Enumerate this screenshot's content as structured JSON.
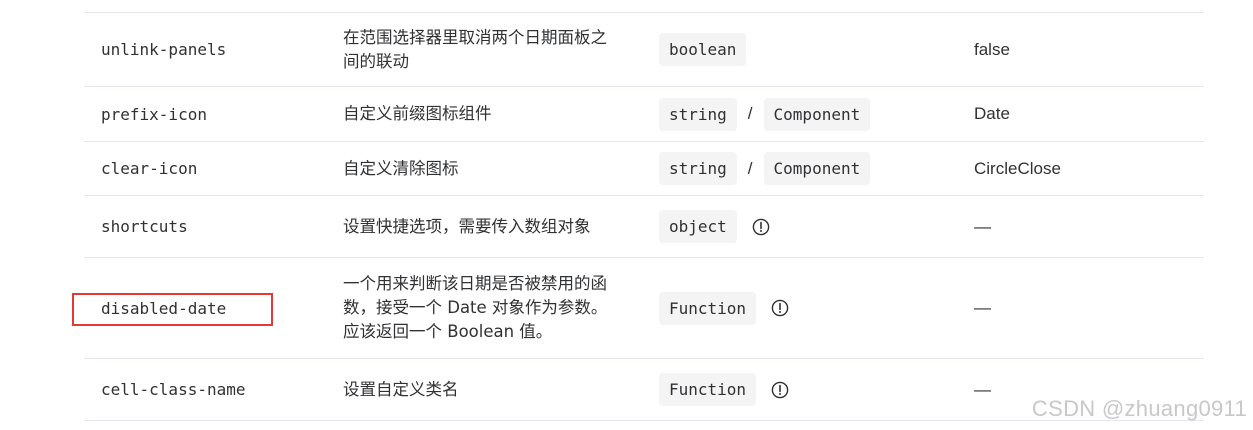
{
  "rows": [
    {
      "name": "unlink-panels",
      "desc": [
        "在范围选择器里取消两个日期面板之",
        "间的联动"
      ],
      "types": [
        "boolean"
      ],
      "has_info": false,
      "default": "false"
    },
    {
      "name": "prefix-icon",
      "desc": [
        "自定义前缀图标组件"
      ],
      "types": [
        "string",
        "Component"
      ],
      "has_info": false,
      "default": "Date"
    },
    {
      "name": "clear-icon",
      "desc": [
        "自定义清除图标"
      ],
      "types": [
        "string",
        "Component"
      ],
      "has_info": false,
      "default": "CircleClose"
    },
    {
      "name": "shortcuts",
      "desc": [
        "设置快捷选项，需要传入数组对象"
      ],
      "types": [
        "object"
      ],
      "has_info": true,
      "default": "—"
    },
    {
      "name": "disabled-date",
      "desc": [
        "一个用来判断该日期是否被禁用的函",
        "数，接受一个 Date 对象作为参数。",
        "应该返回一个 Boolean 值。"
      ],
      "types": [
        "Function"
      ],
      "has_info": true,
      "default": "—"
    },
    {
      "name": "cell-class-name",
      "desc": [
        "设置自定义类名"
      ],
      "types": [
        "Function"
      ],
      "has_info": true,
      "default": "—"
    }
  ],
  "type_separator": "/",
  "icons": {
    "info": "info-circle-icon"
  },
  "colors": {
    "highlight": "#e53935",
    "code_bg": "#f4f4f5",
    "border": "#e4e7ed",
    "watermark": "#c8c8c8"
  },
  "watermark": "CSDN @zhuang0911"
}
